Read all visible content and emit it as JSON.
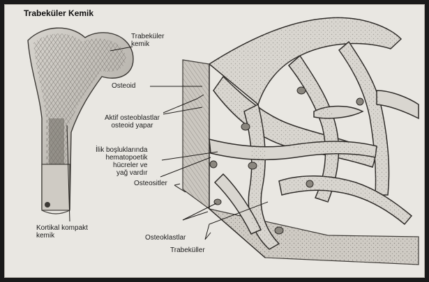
{
  "title": "Trabeküler Kemik",
  "labels": {
    "trabekuler_kemik": "Trabeküler\nkemik",
    "osteoid": "Osteoid",
    "aktif_osteoblastlar": "Aktif osteoblastlar\nosteoid yapar",
    "ilik": "İlik boşluklarında\nhematopoetik\nhücreler ve\nyağ vardır",
    "osteositler": "Osteositler",
    "kortikal": "Kortikal kompakt\nkemik",
    "osteoklastlar": "Osteoklastlar",
    "trabekuller": "Trabeküller"
  }
}
